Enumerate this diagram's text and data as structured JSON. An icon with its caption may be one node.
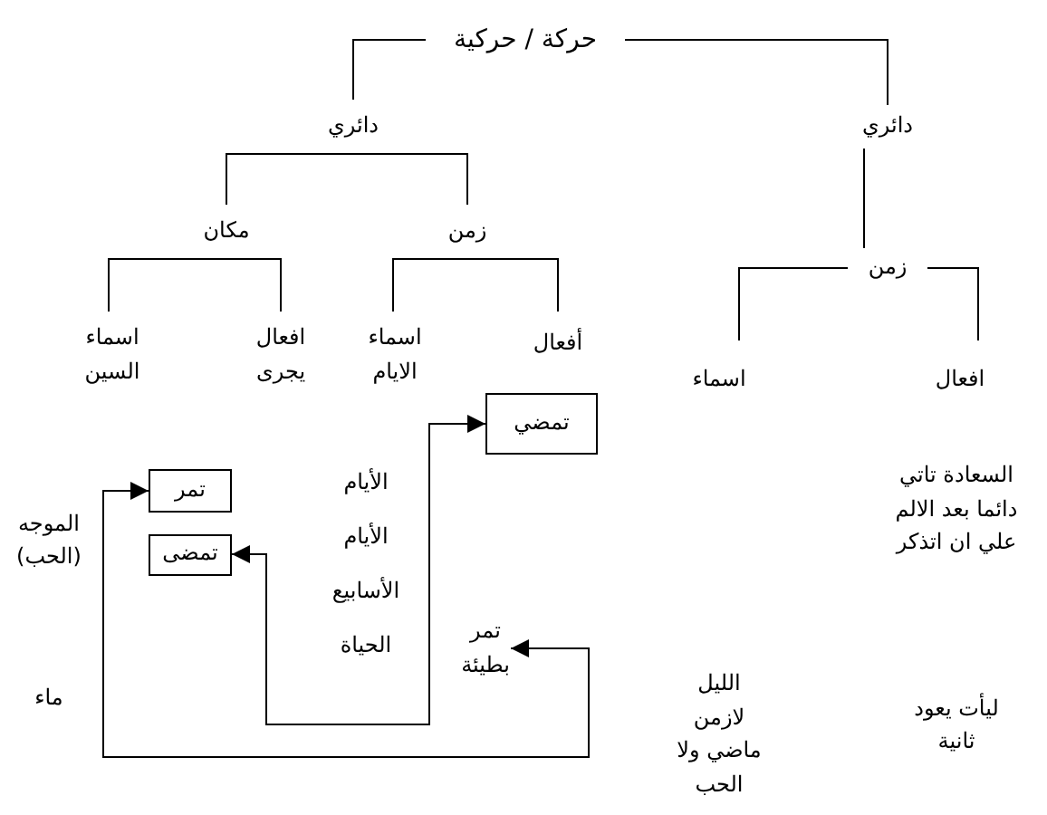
{
  "diagram": {
    "nodes": [
      {
        "text": [
          "حركة / حركية"
        ]
      },
      {
        "text": [
          "دائري"
        ]
      },
      {
        "text": [
          "دائري"
        ]
      },
      {
        "text": [
          "مكان"
        ]
      },
      {
        "text": [
          "زمن"
        ]
      },
      {
        "text": [
          "زمن"
        ]
      },
      {
        "text": [
          "اسماء",
          "السين"
        ]
      },
      {
        "text": [
          "افعال",
          "يجرى"
        ]
      },
      {
        "text": [
          "اسماء",
          "الايام"
        ]
      },
      {
        "text": [
          "أفعال"
        ]
      },
      {
        "text": [
          "اسماء"
        ]
      },
      {
        "text": [
          "افعال"
        ]
      },
      {
        "text": [
          "تمضي"
        ]
      },
      {
        "text": [
          "تمر"
        ]
      },
      {
        "text": [
          "تمضى"
        ]
      },
      {
        "text": [
          "تمر",
          "بطيئة"
        ]
      }
    ],
    "edges": [
      {
        "from": 0,
        "to": 1,
        "arrow": "none"
      },
      {
        "from": 0,
        "to": 2,
        "arrow": "none"
      },
      {
        "from": 1,
        "to": 3,
        "arrow": "none"
      },
      {
        "from": 1,
        "to": 4,
        "arrow": "none"
      },
      {
        "from": 3,
        "to": 6,
        "arrow": "none"
      },
      {
        "from": 3,
        "to": 7,
        "arrow": "none"
      },
      {
        "from": 4,
        "to": 8,
        "arrow": "none"
      },
      {
        "from": 4,
        "to": 9,
        "arrow": "none"
      },
      {
        "from": 2,
        "to": 5,
        "arrow": "none"
      },
      {
        "from": 5,
        "to": 10,
        "arrow": "none"
      },
      {
        "from": 5,
        "to": 11,
        "arrow": "none"
      },
      {
        "from": 14,
        "to": 12,
        "arrow": "both"
      },
      {
        "from": 13,
        "to": 15,
        "arrow": "both"
      }
    ],
    "labels": [
      "الأيام",
      "الأيام",
      "الأسابيع",
      "الحياة",
      "الموجه (الحب)",
      "ماء",
      "السعادة تاتي دائما بعد الالم علي ان اتذكر",
      "الليل لازمن ماضي ولا الحب",
      "ليأت يعود ثانية"
    ]
  }
}
